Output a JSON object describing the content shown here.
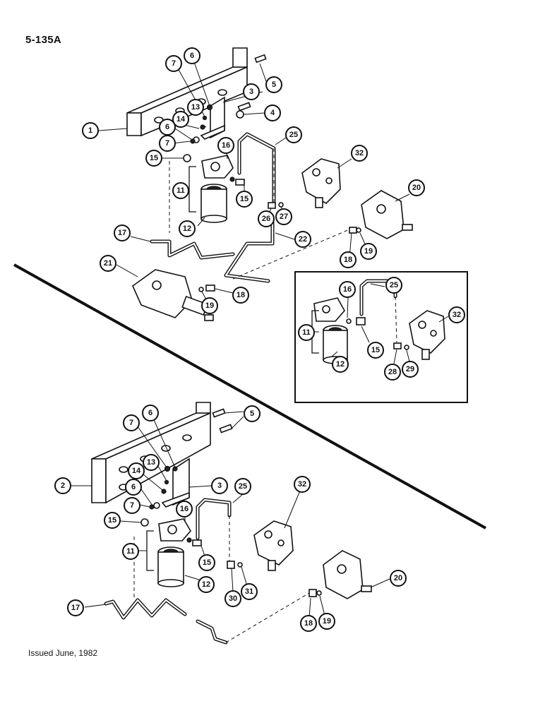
{
  "page": {
    "code": "5-135A",
    "issued": "Issued June, 1982"
  },
  "callouts": {
    "top": [
      "1",
      "3",
      "4",
      "5",
      "6",
      "6",
      "7",
      "7",
      "11",
      "12",
      "13",
      "14",
      "15",
      "15",
      "16",
      "17",
      "18",
      "18",
      "19",
      "19",
      "20",
      "21",
      "22",
      "25",
      "26",
      "27",
      "32"
    ],
    "inset": [
      "11",
      "12",
      "15",
      "16",
      "25",
      "28",
      "29",
      "32"
    ],
    "bottom": [
      "2",
      "3",
      "5",
      "6",
      "6",
      "7",
      "7",
      "11",
      "12",
      "13",
      "14",
      "15",
      "15",
      "16",
      "17",
      "18",
      "19",
      "20",
      "25",
      "30",
      "31",
      "32"
    ]
  }
}
